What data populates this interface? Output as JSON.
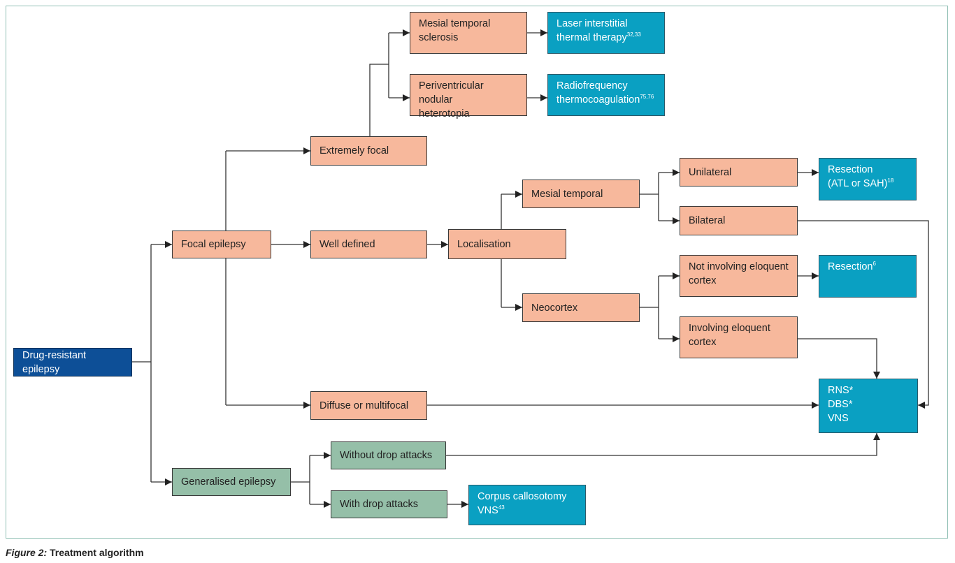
{
  "colors": {
    "process": "#f7b89c",
    "generalised": "#95bfa8",
    "treatment": "#0aa0c2",
    "root": "#0d4f97",
    "frame": "#8fbfb4"
  },
  "nodes": {
    "drug_resistant": "Drug-resistant epilepsy",
    "focal": "Focal epilepsy",
    "generalised": "Generalised epilepsy",
    "extremely_focal": "Extremely focal",
    "well_defined": "Well defined",
    "diffuse": "Diffuse or multifocal",
    "localisation": "Localisation",
    "mesial_temporal": "Mesial temporal",
    "neocortex": "Neocortex",
    "unilateral": "Unilateral",
    "bilateral": "Bilateral",
    "mts": {
      "line1": "Mesial temporal",
      "line2": "sclerosis"
    },
    "pnh": {
      "line1": "Periventricular nodular",
      "line2": "heterotopia"
    },
    "not_eloquent": {
      "line1": "Not involving eloquent",
      "line2": "cortex"
    },
    "eloquent": {
      "line1": "Involving eloquent",
      "line2": "cortex"
    },
    "without_drop": "Without drop attacks",
    "with_drop": "With drop attacks"
  },
  "treatments": {
    "litt": {
      "line1": "Laser interstitial",
      "line2": "thermal therapy",
      "ref": "32,33"
    },
    "rf": {
      "line1": "Radiofrequency",
      "line2": "thermocoagulation",
      "ref": "75,76"
    },
    "resection_atl": {
      "line1": "Resection",
      "line2": "(ATL or SAH)",
      "ref": "18"
    },
    "resection": {
      "line1": "Resection",
      "ref": "6"
    },
    "neuromod": {
      "line1": "RNS*",
      "line2": "DBS*",
      "line3": "VNS"
    },
    "callosotomy": {
      "line1": "Corpus callosotomy",
      "line2": "VNS",
      "ref": "43"
    }
  },
  "caption": {
    "label": "Figure 2:",
    "title": "Treatment algorithm"
  }
}
